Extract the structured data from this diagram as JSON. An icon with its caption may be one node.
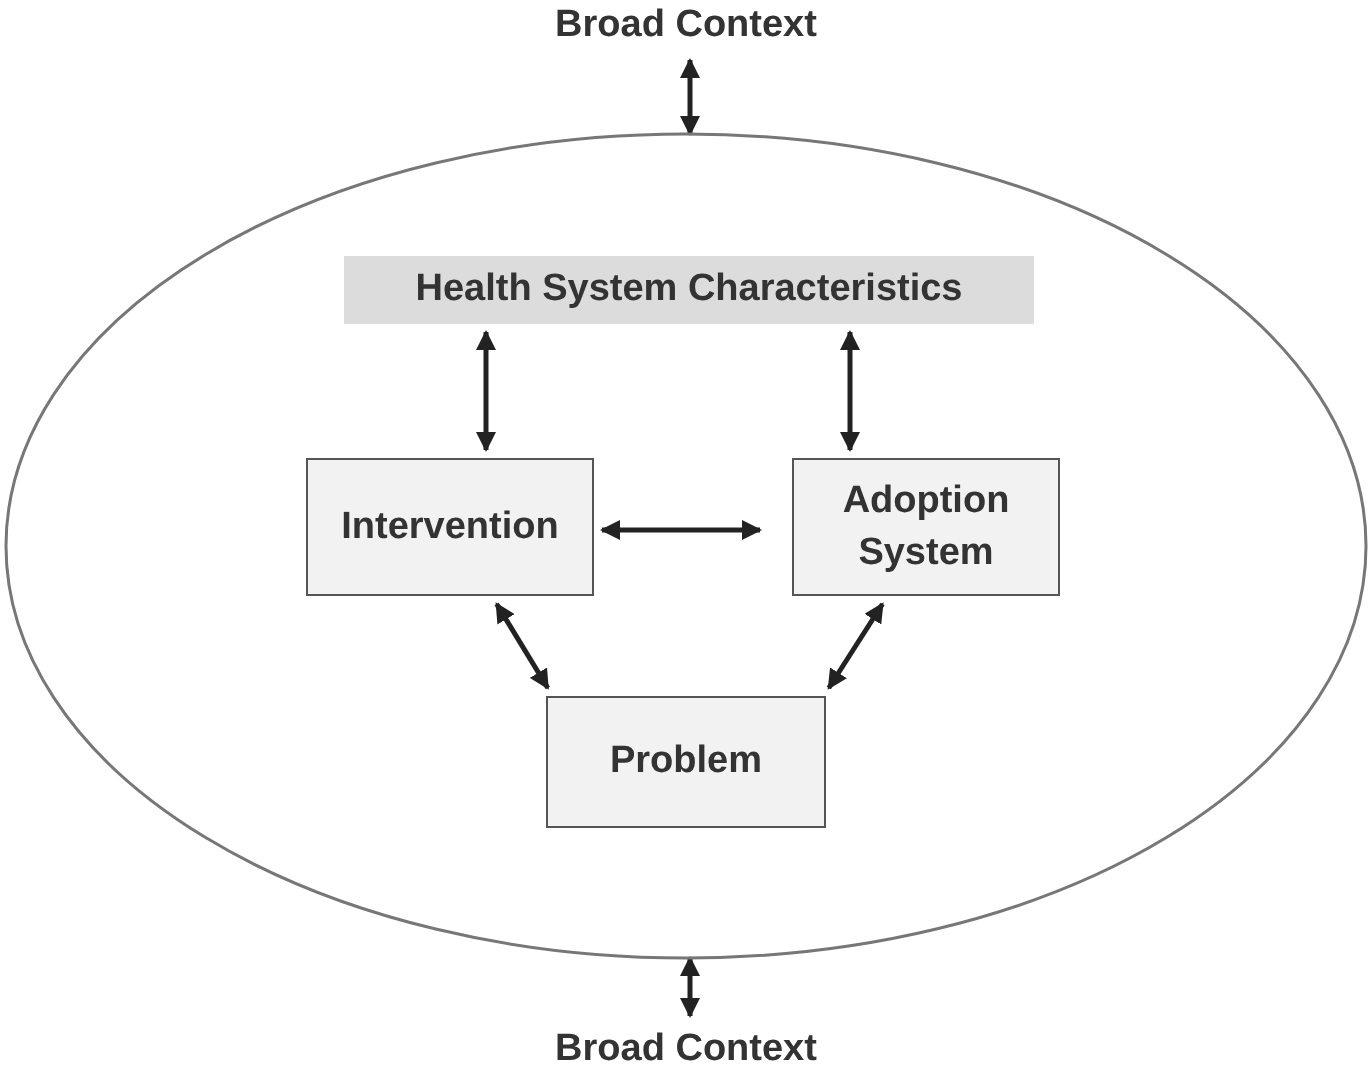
{
  "diagram": {
    "nodes": [
      {
        "text": [
          "Broad Context"
        ]
      },
      {
        "text": [],
        "shape": "ellipse"
      },
      {
        "text": [
          "Health System Characteristics"
        ],
        "in": 1
      },
      {
        "text": [
          "Intervention"
        ],
        "in": 1
      },
      {
        "text": [
          "Adoption System"
        ],
        "in": 1
      },
      {
        "text": [
          "Problem"
        ],
        "in": 1
      },
      {
        "text": [
          "Broad Context"
        ]
      }
    ],
    "edges": [
      {
        "from": 0,
        "to": 1,
        "arrow": "both"
      },
      {
        "from": 2,
        "to": 3,
        "arrow": "both"
      },
      {
        "from": 2,
        "to": 4,
        "arrow": "both"
      },
      {
        "from": 3,
        "to": 4,
        "arrow": "both"
      },
      {
        "from": 3,
        "to": 5,
        "arrow": "both"
      },
      {
        "from": 4,
        "to": 5,
        "arrow": "both"
      },
      {
        "from": 1,
        "to": 6,
        "arrow": "both"
      }
    ]
  }
}
